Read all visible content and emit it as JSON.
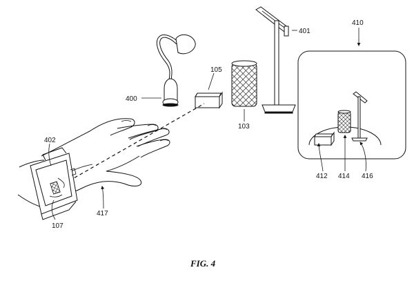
{
  "figure": {
    "caption": "FIG. 4",
    "labels": {
      "lamp_desk": "400",
      "lamp_floor": "401",
      "watch": "402",
      "hub": "105",
      "speaker": "103",
      "watch_screen": "107",
      "gesture_line": "417",
      "display_view": "410",
      "view_hub": "412",
      "view_speaker": "414",
      "view_lamp": "416"
    }
  }
}
